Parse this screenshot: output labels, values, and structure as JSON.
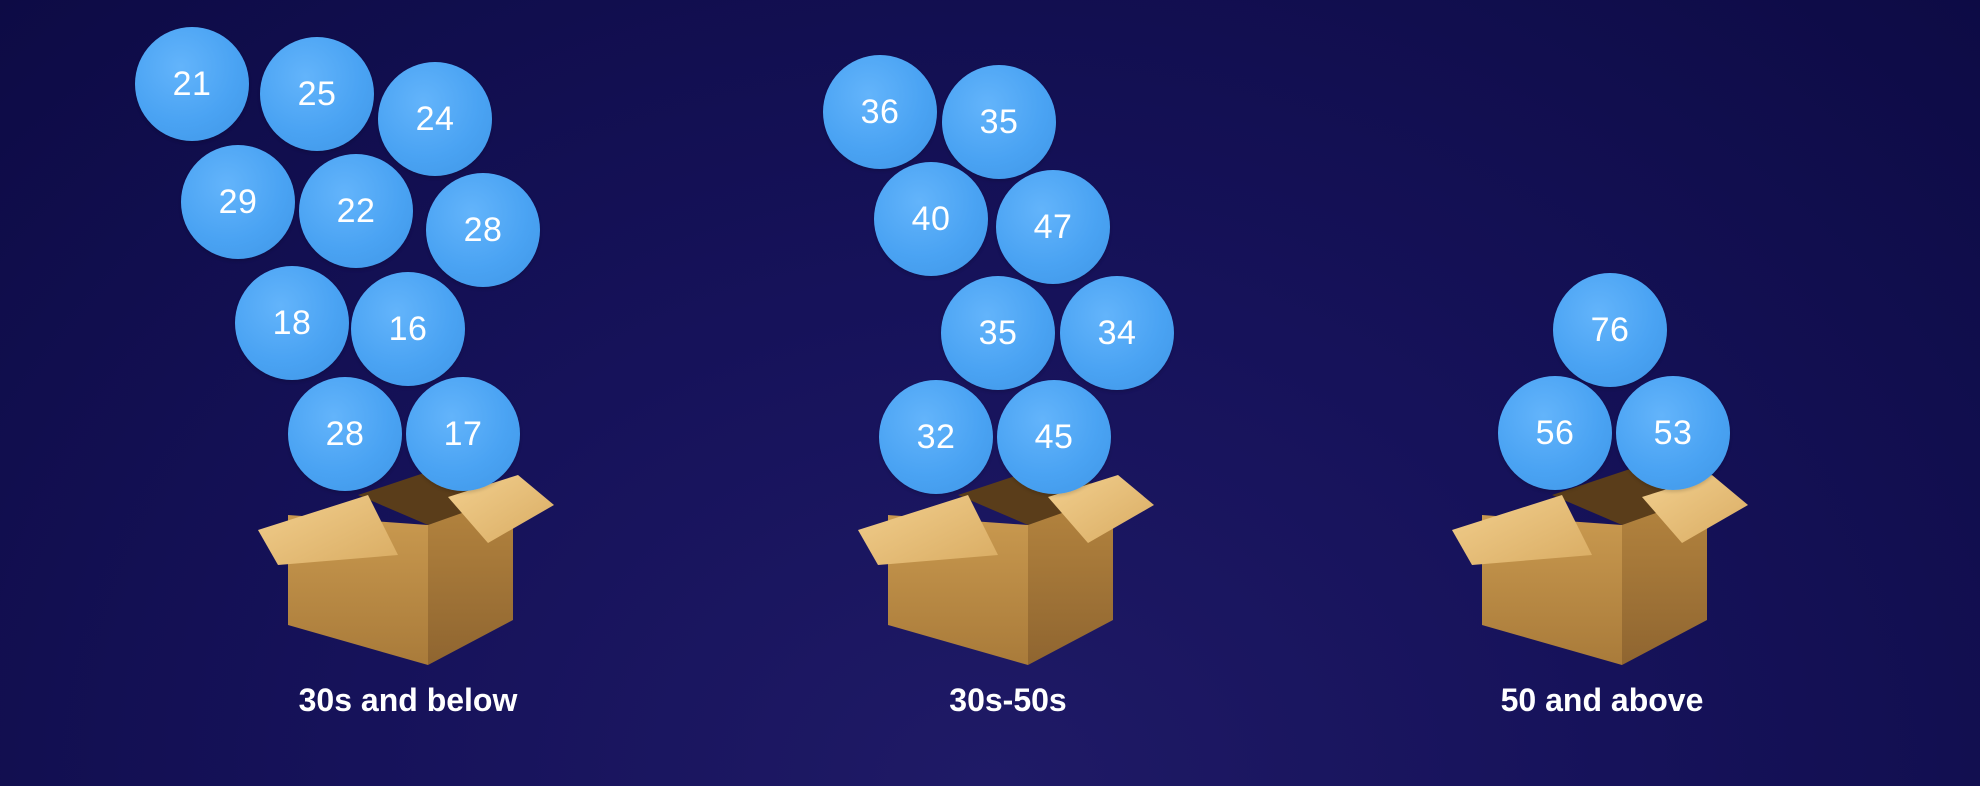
{
  "groups": [
    {
      "label": "30s and below",
      "values": [
        "21",
        "25",
        "24",
        "29",
        "22",
        "28",
        "18",
        "16",
        "28",
        "17"
      ]
    },
    {
      "label": "30s-50s",
      "values": [
        "36",
        "35",
        "40",
        "47",
        "35",
        "34",
        "32",
        "45"
      ]
    },
    {
      "label": "50 and above",
      "values": [
        "76",
        "56",
        "53"
      ]
    }
  ],
  "colors": {
    "background": "#16125a",
    "ball": "#4aa3f3",
    "box": "#b98a4a",
    "text": "#ffffff"
  },
  "icons": {
    "container": "open-cardboard-box-icon"
  }
}
